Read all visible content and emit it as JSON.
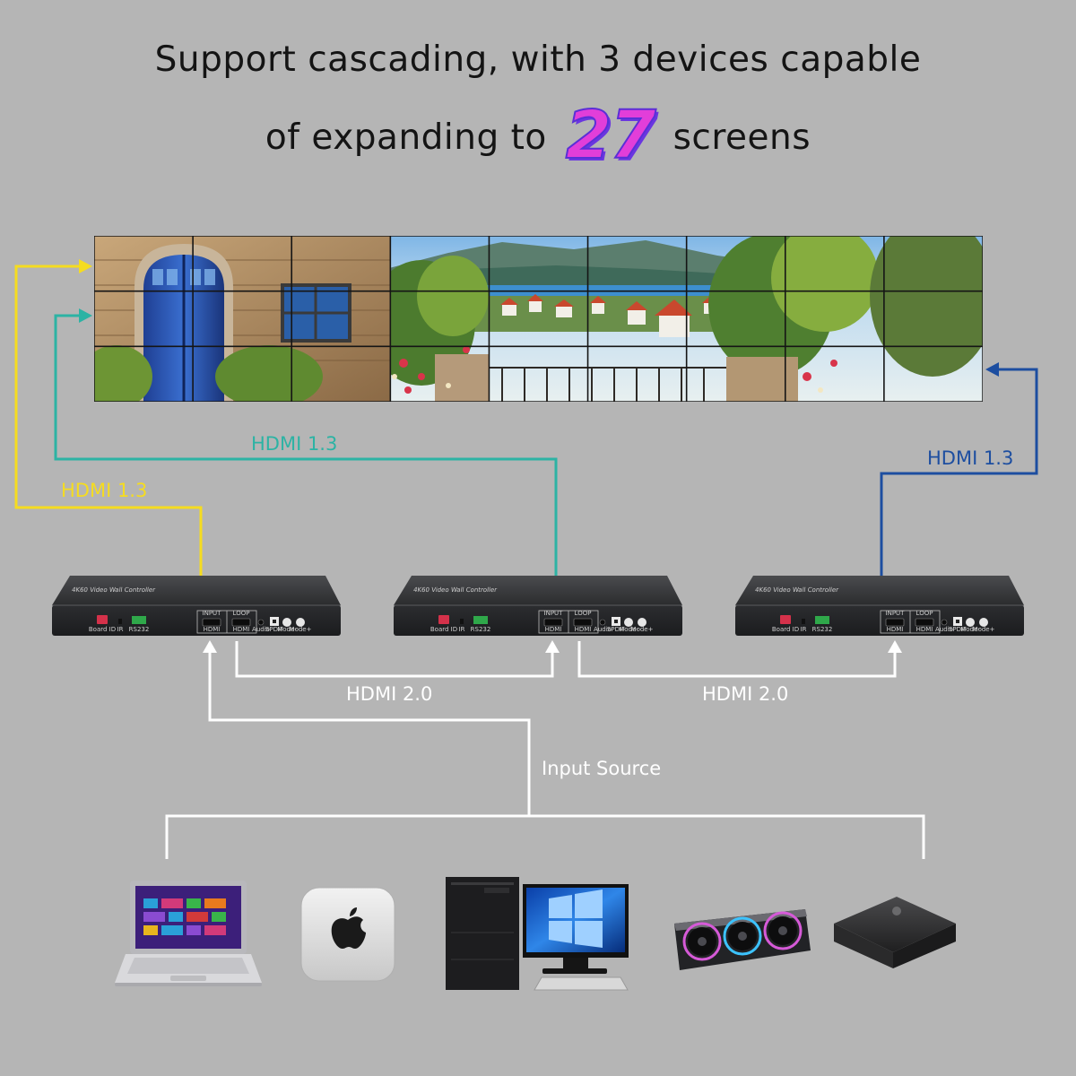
{
  "headline": {
    "line1": "Support cascading, with 3 devices capable",
    "line2_prefix": "of expanding to",
    "line2_number": "27",
    "line2_suffix": "screens"
  },
  "connections": {
    "left_output": "HDMI 1.3",
    "middle_output": "HDMI 1.3",
    "right_output": "HDMI 1.3",
    "loop_1": "HDMI 2.0",
    "loop_2": "HDMI 2.0",
    "input_source": "Input Source"
  },
  "device": {
    "title": "4K60 Video Wall Controller",
    "ports": {
      "board_id": "Board ID",
      "ir": "IR",
      "rs232": "RS232",
      "input": "INPUT",
      "loop": "LOOP",
      "hdmi": "HDMI",
      "audio": "Audio",
      "spdif": "SPDIF",
      "mode_minus": "Mode-",
      "mode_plus": "Mode+"
    }
  },
  "video_wall": {
    "rows": 3,
    "columns": 9
  },
  "sources": [
    "laptop",
    "mini-pc",
    "desktop-pc",
    "graphics-card",
    "tv-box"
  ],
  "colors": {
    "yellow_line": "#f5dc20",
    "teal_line": "#2cb3a4",
    "blue_line": "#1d4ea0",
    "white_line": "#ffffff",
    "accent_27": "#e23ed9"
  }
}
